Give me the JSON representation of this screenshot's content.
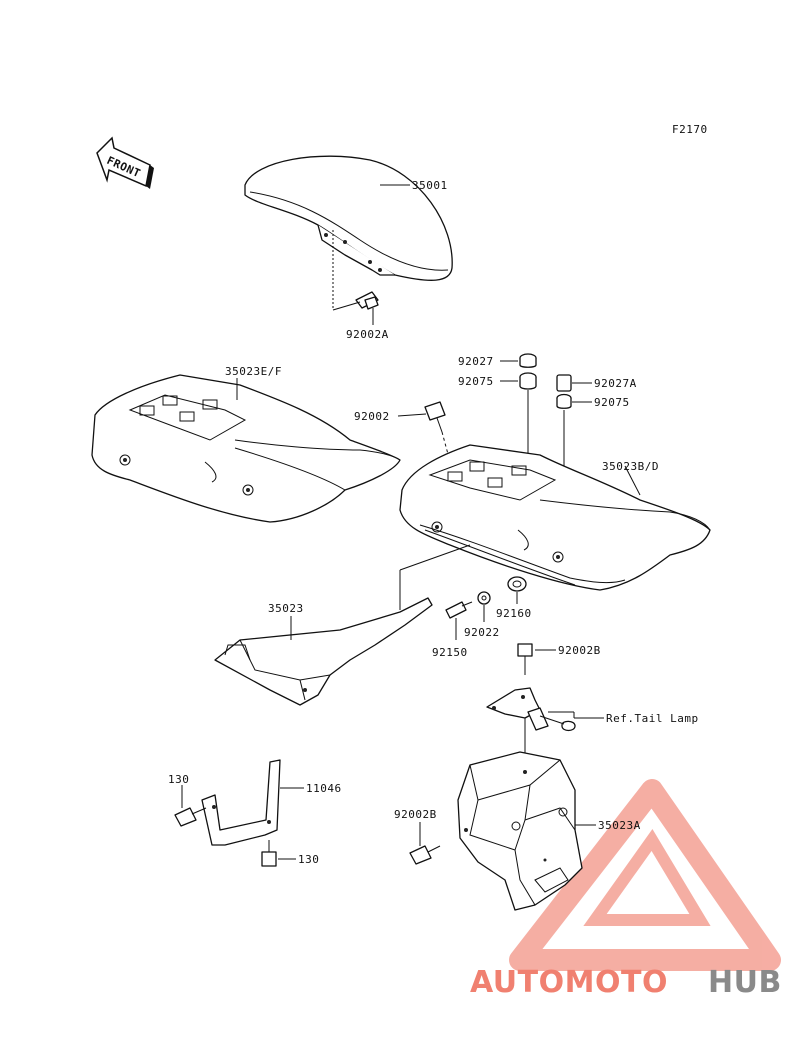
{
  "diagram": {
    "code": "F2170",
    "front_arrow": "FRONT",
    "labels": {
      "p35001": "35001",
      "p92002A": "92002A",
      "p35023EF": "35023E/F",
      "p92027": "92027",
      "p92075a": "92075",
      "p92027A": "92027A",
      "p92075b": "92075",
      "p92002": "92002",
      "p35023BD": "35023B/D",
      "p35023": "35023",
      "p92160": "92160",
      "p92022": "92022",
      "p92150": "92150",
      "p92002B_top": "92002B",
      "ref_tail_lamp": "Ref.Tail Lamp",
      "p130_top": "130",
      "p11046": "11046",
      "p130_bottom": "130",
      "p92002B_bottom": "92002B",
      "p35023A": "35023A"
    }
  },
  "watermark": {
    "part1": "AUTOMOTO",
    "part2": "HUB",
    "color_primary": "#f08070",
    "color_secondary": "#8a8a8a"
  }
}
